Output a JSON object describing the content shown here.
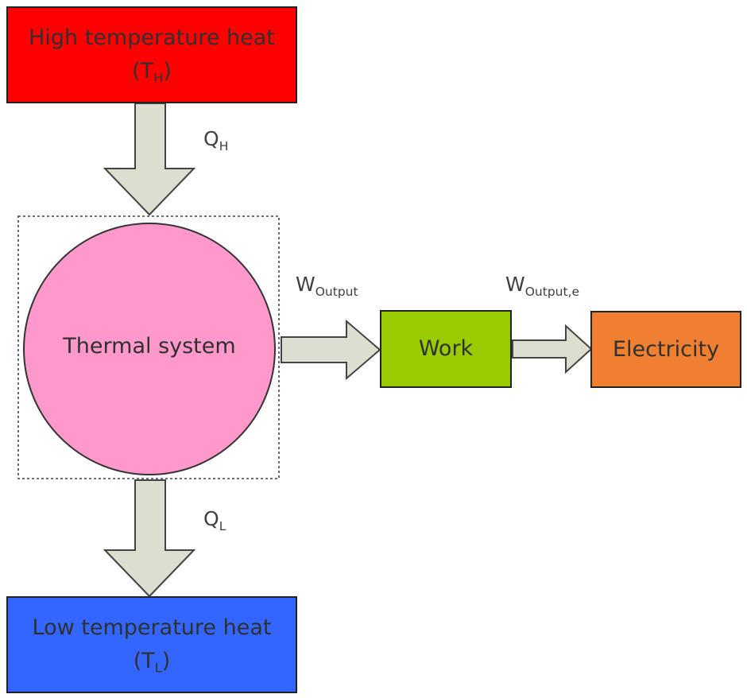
{
  "nodes": {
    "high_heat": {
      "label": "High temperature heat",
      "sym": "T",
      "sub": "H"
    },
    "thermal": {
      "label": "Thermal system"
    },
    "low_heat": {
      "label": "Low temperature heat",
      "sym": "T",
      "sub": "L"
    },
    "work": {
      "label": "Work"
    },
    "electricity": {
      "label": "Electricity"
    }
  },
  "edges": {
    "q_h": {
      "sym": "Q",
      "sub": "H"
    },
    "q_l": {
      "sym": "Q",
      "sub": "L"
    },
    "w_output": {
      "sym": "W",
      "sub": "Output"
    },
    "w_output_e": {
      "sym": "W",
      "sub": "Output,e"
    }
  },
  "colors": {
    "high_heat": "#ff0000",
    "thermal": "#ff99cc",
    "low_heat": "#3366ff",
    "work": "#99cc00",
    "electricity": "#f08030",
    "arrow_fill": "#dcdfd0"
  }
}
